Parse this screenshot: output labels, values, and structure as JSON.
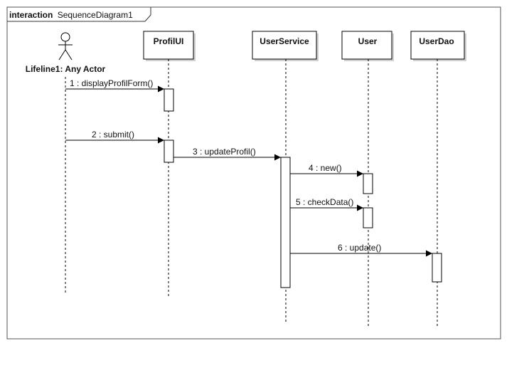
{
  "frame": {
    "keyword": "interaction",
    "name": "SequenceDiagram1"
  },
  "actor": {
    "label": "Lifeline1: Any Actor"
  },
  "lifelines": [
    {
      "name": "ProfilUI"
    },
    {
      "name": "UserService"
    },
    {
      "name": "User"
    },
    {
      "name": "UserDao"
    }
  ],
  "messages": [
    {
      "label": "1 : displayProfilForm()",
      "from": "Lifeline1: Any Actor",
      "to": "ProfilUI"
    },
    {
      "label": "2 : submit()",
      "from": "Lifeline1: Any Actor",
      "to": "ProfilUI"
    },
    {
      "label": "3 : updateProfil()",
      "from": "ProfilUI",
      "to": "UserService"
    },
    {
      "label": "4 : new()",
      "from": "UserService",
      "to": "User"
    },
    {
      "label": "5 : checkData()",
      "from": "UserService",
      "to": "User"
    },
    {
      "label": "6 : update()",
      "from": "UserService",
      "to": "UserDao"
    }
  ],
  "colors": {
    "line": "#000000",
    "box_fill": "#ffffff",
    "shadow": "#d0d0d0"
  }
}
